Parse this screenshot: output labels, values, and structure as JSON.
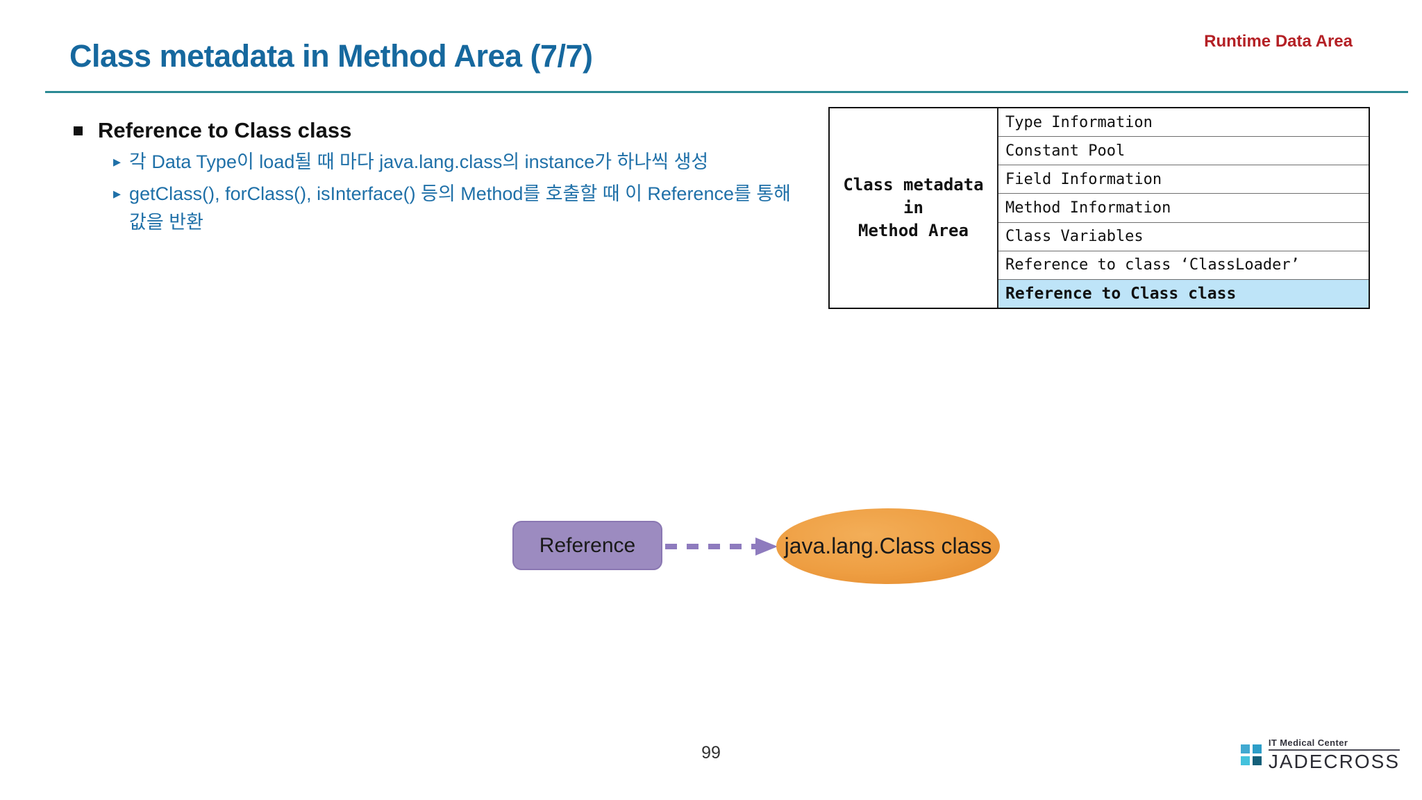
{
  "title": "Class metadata in Method Area (7/7)",
  "corner_label": "Runtime Data Area",
  "section": {
    "heading": "Reference to Class class",
    "bullets": [
      "각 Data Type이 load될 때 마다 java.lang.class의 instance가 하나씩 생성",
      "getClass(), forClass(), isInterface() 등의 Method를 호출할 때 이 Reference를 통해 값을 반환"
    ]
  },
  "metadata_table": {
    "header_lines": [
      "Class metadata",
      "in",
      "Method Area"
    ],
    "rows": [
      "Type Information",
      "Constant Pool",
      "Field Information",
      "Method Information",
      "Class Variables",
      "Reference to class ‘ClassLoader’",
      "Reference to Class class"
    ],
    "highlighted_row_index": 6,
    "highlight_color": "#BEE4F8"
  },
  "diagram": {
    "source_label": "Reference",
    "target_label": "java.lang.Class class",
    "source_color": "#9C8BC0",
    "target_color": "#EE9E42",
    "arrow_color": "#8E7BBE"
  },
  "footer": {
    "page_number": "99",
    "logo_top": "IT Medical Center",
    "logo_name": "JADECROSS"
  },
  "colors": {
    "title": "#16689E",
    "bullet_text": "#1F70A8",
    "corner_label": "#B42025",
    "divider": "#2B8A94"
  }
}
